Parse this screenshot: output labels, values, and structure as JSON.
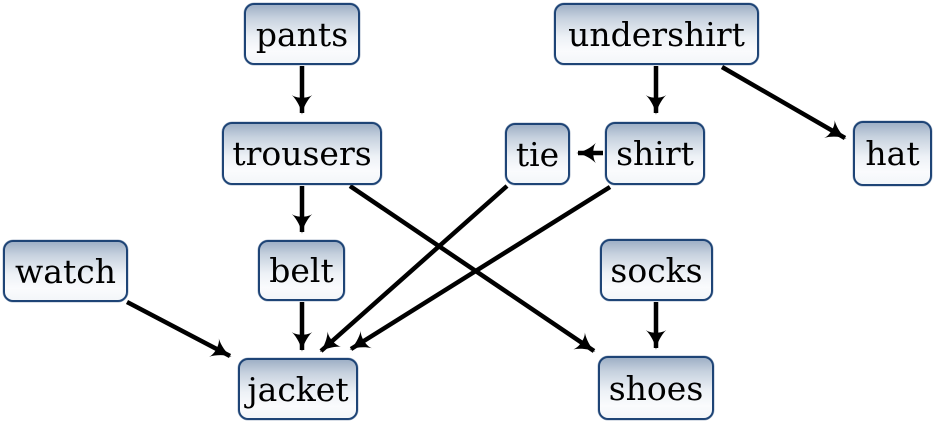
{
  "diagram": {
    "title": "dressing-dependency-graph",
    "nodes": [
      {
        "id": "pants",
        "label": "pants"
      },
      {
        "id": "undershirt",
        "label": "undershirt"
      },
      {
        "id": "trousers",
        "label": "trousers"
      },
      {
        "id": "tie",
        "label": "tie"
      },
      {
        "id": "shirt",
        "label": "shirt"
      },
      {
        "id": "hat",
        "label": "hat"
      },
      {
        "id": "watch",
        "label": "watch"
      },
      {
        "id": "belt",
        "label": "belt"
      },
      {
        "id": "socks",
        "label": "socks"
      },
      {
        "id": "jacket",
        "label": "jacket"
      },
      {
        "id": "shoes",
        "label": "shoes"
      }
    ],
    "edges": [
      {
        "from": "pants",
        "to": "trousers"
      },
      {
        "from": "undershirt",
        "to": "shirt"
      },
      {
        "from": "undershirt",
        "to": "hat"
      },
      {
        "from": "shirt",
        "to": "tie"
      },
      {
        "from": "trousers",
        "to": "belt"
      },
      {
        "from": "trousers",
        "to": "shoes"
      },
      {
        "from": "tie",
        "to": "jacket"
      },
      {
        "from": "shirt",
        "to": "jacket"
      },
      {
        "from": "belt",
        "to": "jacket"
      },
      {
        "from": "watch",
        "to": "jacket"
      },
      {
        "from": "socks",
        "to": "shoes"
      }
    ],
    "colors": {
      "node_border": "#1e4476",
      "node_fill_top": "#9fb0c6",
      "node_fill_bottom": "#f3f6f9",
      "edge": "#000000",
      "text": "#000000",
      "background": "#ffffff"
    }
  }
}
